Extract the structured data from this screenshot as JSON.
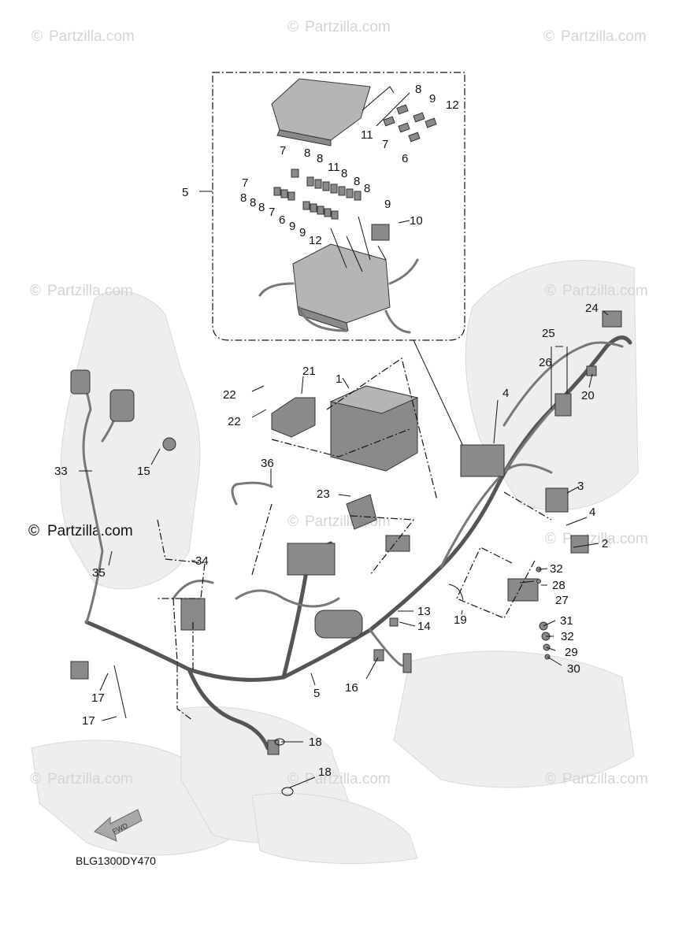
{
  "watermark_text": "Partzilla.com",
  "watermark_symbol": "©",
  "main_watermark_text": "Partzilla.com",
  "diagram_code": "BLG1300DY470",
  "fwd_label": "FWD",
  "inset_callouts": [
    {
      "id": "5",
      "text": "5"
    },
    {
      "id": "8a",
      "text": "8"
    },
    {
      "id": "9a",
      "text": "9"
    },
    {
      "id": "12a",
      "text": "12"
    },
    {
      "id": "11a",
      "text": "11"
    },
    {
      "id": "7a",
      "text": "7"
    },
    {
      "id": "6a",
      "text": "6"
    },
    {
      "id": "7b",
      "text": "7"
    },
    {
      "id": "8b",
      "text": "8"
    },
    {
      "id": "8c",
      "text": "8"
    },
    {
      "id": "11b",
      "text": "11"
    },
    {
      "id": "8d",
      "text": "8"
    },
    {
      "id": "8e",
      "text": "8"
    },
    {
      "id": "8f",
      "text": "8"
    },
    {
      "id": "7c",
      "text": "7"
    },
    {
      "id": "8g",
      "text": "8"
    },
    {
      "id": "8h",
      "text": "8"
    },
    {
      "id": "8i",
      "text": "8"
    },
    {
      "id": "7d",
      "text": "7"
    },
    {
      "id": "6b",
      "text": "6"
    },
    {
      "id": "9b",
      "text": "9"
    },
    {
      "id": "9c",
      "text": "9"
    },
    {
      "id": "12b",
      "text": "12"
    },
    {
      "id": "9d",
      "text": "9"
    },
    {
      "id": "10",
      "text": "10"
    }
  ],
  "callouts": [
    {
      "id": "1",
      "text": "1"
    },
    {
      "id": "2",
      "text": "2"
    },
    {
      "id": "3",
      "text": "3"
    },
    {
      "id": "4a",
      "text": "4"
    },
    {
      "id": "4b",
      "text": "4"
    },
    {
      "id": "5b",
      "text": "5"
    },
    {
      "id": "13",
      "text": "13"
    },
    {
      "id": "14",
      "text": "14"
    },
    {
      "id": "15",
      "text": "15"
    },
    {
      "id": "16",
      "text": "16"
    },
    {
      "id": "17a",
      "text": "17"
    },
    {
      "id": "17b",
      "text": "17"
    },
    {
      "id": "18a",
      "text": "18"
    },
    {
      "id": "18b",
      "text": "18"
    },
    {
      "id": "19",
      "text": "19"
    },
    {
      "id": "20",
      "text": "20"
    },
    {
      "id": "21",
      "text": "21"
    },
    {
      "id": "22a",
      "text": "22"
    },
    {
      "id": "22b",
      "text": "22"
    },
    {
      "id": "23",
      "text": "23"
    },
    {
      "id": "24",
      "text": "24"
    },
    {
      "id": "25",
      "text": "25"
    },
    {
      "id": "26",
      "text": "26"
    },
    {
      "id": "27",
      "text": "27"
    },
    {
      "id": "28",
      "text": "28"
    },
    {
      "id": "29",
      "text": "29"
    },
    {
      "id": "30",
      "text": "30"
    },
    {
      "id": "31",
      "text": "31"
    },
    {
      "id": "32a",
      "text": "32"
    },
    {
      "id": "32b",
      "text": "32"
    },
    {
      "id": "33",
      "text": "33"
    },
    {
      "id": "34",
      "text": "34"
    },
    {
      "id": "35",
      "text": "35"
    },
    {
      "id": "36",
      "text": "36"
    }
  ]
}
